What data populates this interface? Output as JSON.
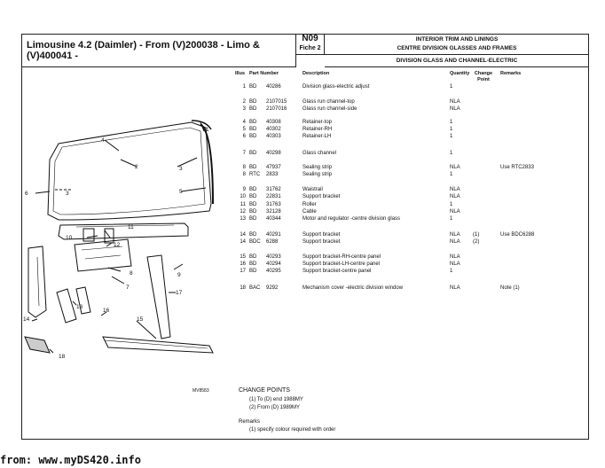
{
  "header": {
    "title": "Limousine 4.2 (Daimler) - From (V)200038 - Limo & (V)400041 -",
    "code": "N09",
    "fiche": "Fiche 2",
    "section_line1": "INTERIOR TRIM AND LININGS",
    "section_line2": "CENTRE DIVISION GLASSES AND FRAMES",
    "subsection": "DIVISION GLASS AND CHANNEL-ELECTRIC"
  },
  "columns": {
    "illus": "Illus",
    "part_number": "Part Number",
    "description": "Description",
    "quantity": "Quantity",
    "change_point": "Change Point",
    "remarks": "Remarks"
  },
  "parts": [
    {
      "illus": "1",
      "prefix": "BD",
      "number": "40286",
      "desc": "Division glass-electric adjust",
      "qty": "1",
      "change": "",
      "remarks": ""
    },
    {
      "illus": "2",
      "prefix": "BD",
      "number": "2107015",
      "desc": "Glass run channel-top",
      "qty": "NLA",
      "change": "",
      "remarks": ""
    },
    {
      "illus": "3",
      "prefix": "BD",
      "number": "2107016",
      "desc": "Glass run channel-side",
      "qty": "NLA",
      "change": "",
      "remarks": ""
    },
    {
      "illus": "4",
      "prefix": "BD",
      "number": "40308",
      "desc": "Retainer-top",
      "qty": "1",
      "change": "",
      "remarks": ""
    },
    {
      "illus": "5",
      "prefix": "BD",
      "number": "40302",
      "desc": "Retainer-RH",
      "qty": "1",
      "change": "",
      "remarks": ""
    },
    {
      "illus": "6",
      "prefix": "BD",
      "number": "40303",
      "desc": "Retainer-LH",
      "qty": "1",
      "change": "",
      "remarks": ""
    },
    {
      "illus": "7",
      "prefix": "BD",
      "number": "40298",
      "desc": "Glass channel",
      "qty": "1",
      "change": "",
      "remarks": ""
    },
    {
      "illus": "8",
      "prefix": "BD",
      "number": "47937",
      "desc": "Sealing strip",
      "qty": "NLA",
      "change": "",
      "remarks": "Use RTC2833"
    },
    {
      "illus": "8",
      "prefix": "RTC",
      "number": "2833",
      "desc": "Sealing strip",
      "qty": "1",
      "change": "",
      "remarks": ""
    },
    {
      "illus": "9",
      "prefix": "BD",
      "number": "31762",
      "desc": "Waistrail",
      "qty": "NLA",
      "change": "",
      "remarks": ""
    },
    {
      "illus": "10",
      "prefix": "BD",
      "number": "22831",
      "desc": "Support bracket",
      "qty": "NLA",
      "change": "",
      "remarks": ""
    },
    {
      "illus": "11",
      "prefix": "BD",
      "number": "31763",
      "desc": "Roller",
      "qty": "1",
      "change": "",
      "remarks": ""
    },
    {
      "illus": "12",
      "prefix": "BD",
      "number": "32128",
      "desc": "Cable",
      "qty": "NLA",
      "change": "",
      "remarks": ""
    },
    {
      "illus": "13",
      "prefix": "BD",
      "number": "40344",
      "desc": "Motor and regulator -centre division glass",
      "qty": "1",
      "change": "",
      "remarks": ""
    },
    {
      "illus": "14",
      "prefix": "BD",
      "number": "40291",
      "desc": "Support bracket",
      "qty": "NLA",
      "change": "(1)",
      "remarks": "Use BDC6288"
    },
    {
      "illus": "14",
      "prefix": "BDC",
      "number": "6288",
      "desc": "Support bracket",
      "qty": "NLA",
      "change": "(2)",
      "remarks": ""
    },
    {
      "illus": "15",
      "prefix": "BD",
      "number": "40293",
      "desc": "Support bracket-RH-centre panel",
      "qty": "NLA",
      "change": "",
      "remarks": ""
    },
    {
      "illus": "16",
      "prefix": "BD",
      "number": "40294",
      "desc": "Support bracket-LH-centre panel",
      "qty": "NLA",
      "change": "",
      "remarks": ""
    },
    {
      "illus": "17",
      "prefix": "BD",
      "number": "40295",
      "desc": "Support bracket-centre panel",
      "qty": "1",
      "change": "",
      "remarks": ""
    },
    {
      "illus": "18",
      "prefix": "BAC",
      "number": "9292",
      "desc": "Mechanism cover -electric division window",
      "qty": "NLA",
      "change": "",
      "remarks": "Note (1)"
    }
  ],
  "diagram": {
    "ref": "MV8583",
    "callouts": [
      "1",
      "2",
      "3",
      "4",
      "5",
      "6",
      "3",
      "7",
      "8",
      "9",
      "10",
      "11",
      "12",
      "13",
      "14",
      "15",
      "16",
      "17",
      "18"
    ]
  },
  "change_points": {
    "title": "CHANGE POINTS",
    "items": [
      "(1) To (D) end 1988MY",
      "(2) From (D) 1989MY"
    ]
  },
  "remarks": {
    "title": "Remarks",
    "items": [
      "(1) specify colour required with order"
    ]
  },
  "footer": "from: www.myDS420.info"
}
